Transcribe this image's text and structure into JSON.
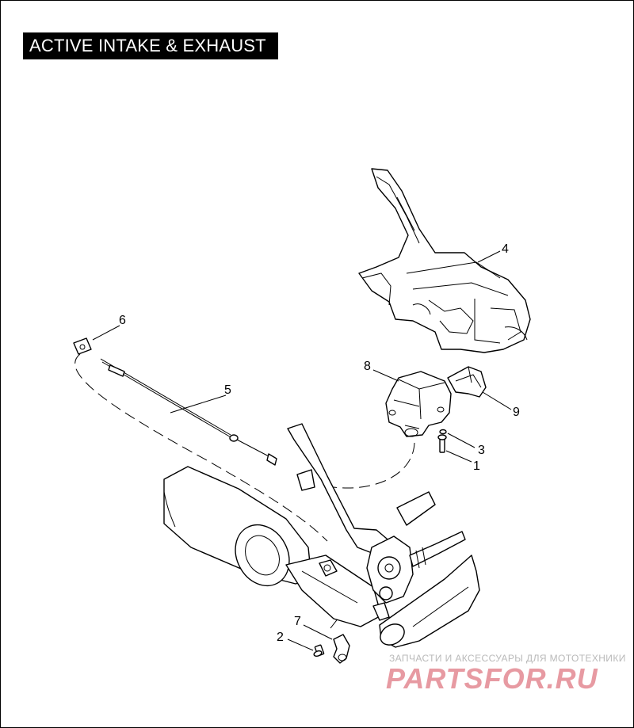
{
  "title": "ACTIVE INTAKE & EXHAUST",
  "callouts": [
    {
      "id": "callout-1",
      "label": "1"
    },
    {
      "id": "callout-2",
      "label": "2"
    },
    {
      "id": "callout-3",
      "label": "3"
    },
    {
      "id": "callout-4",
      "label": "4"
    },
    {
      "id": "callout-5",
      "label": "5"
    },
    {
      "id": "callout-6",
      "label": "6"
    },
    {
      "id": "callout-7",
      "label": "7"
    },
    {
      "id": "callout-8",
      "label": "8"
    },
    {
      "id": "callout-9",
      "label": "9"
    }
  ],
  "watermark": {
    "tagline": "ЗАПЧАСТИ И АКСЕССУАРЫ ДЛЯ МОТОТЕХНИКИ",
    "brand": "PARTSFOR.RU",
    "color": "#e79aa2"
  }
}
